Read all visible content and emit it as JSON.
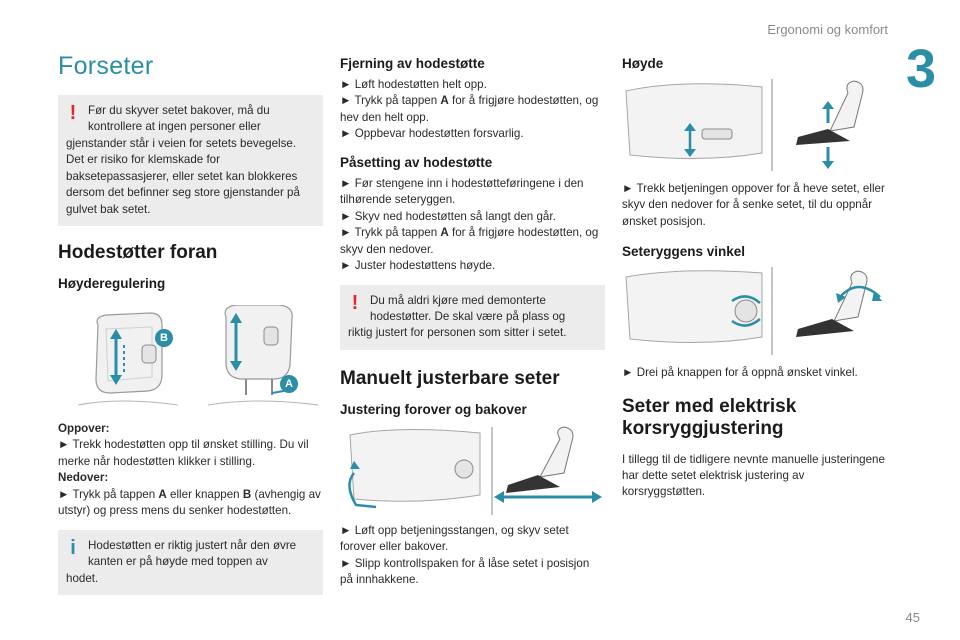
{
  "header": {
    "chapter_title": "Ergonomi og komfort",
    "chapter_number": "3",
    "page_number": "45"
  },
  "col1": {
    "title": "Forseter",
    "warning1": {
      "icon": "warning-icon",
      "first_line": "Før du skyver setet bakover, må du kontrollere at ingen personer eller",
      "rest": "gjenstander står i veien for setets bevegelse. Det er risiko for klemskade for baksetepassasjerer, eller setet kan blokkeres dersom det befinner seg store gjenstander på gulvet bak setet."
    },
    "section_headrests": "Hodestøtter foran",
    "sub_height": "Høyderegulering",
    "fig_labels": {
      "b": "B",
      "a": "A"
    },
    "up_label": "Oppover:",
    "up_text": "► Trekk hodestøtten opp til ønsket stilling. Du vil merke når hodestøtten klikker i stilling.",
    "down_label": "Nedover:",
    "down_text_1": "► Trykk på tappen ",
    "down_text_a": "A",
    "down_text_2": " eller knappen ",
    "down_text_b": "B",
    "down_text_3": " (avhengig av utstyr) og press mens du senker hodestøtten.",
    "info1": {
      "icon": "info-icon",
      "first_line": "Hodestøtten er riktig justert når den øvre kanten er på høyde med toppen av",
      "rest": "hodet."
    }
  },
  "col2": {
    "sub_removal": "Fjerning av hodestøtte",
    "removal_1": "► Løft hodestøtten helt opp.",
    "removal_2a": "► Trykk på tappen ",
    "removal_2b": "A",
    "removal_2c": " for å frigjøre hodestøtten, og hev den helt opp.",
    "removal_3": "► Oppbevar hodestøtten forsvarlig.",
    "sub_fitting": "Påsetting av hodestøtte",
    "fit_1": "► Før stengene inn i hodestøtteføringene i den tilhørende seteryggen.",
    "fit_2": "► Skyv ned hodestøtten så langt den går.",
    "fit_3a": "► Trykk på tappen ",
    "fit_3b": "A",
    "fit_3c": " for å frigjøre hodestøtten, og skyv den nedover.",
    "fit_4": "► Juster hodestøttens høyde.",
    "warning2": {
      "icon": "warning-icon",
      "first_line": "Du må aldri kjøre med demonterte hodestøtter. De skal være på plass og",
      "rest": "riktig justert for personen som sitter i setet."
    },
    "section_manual": "Manuelt justerbare seter",
    "sub_forward": "Justering forover og bakover",
    "forward_1": "► Løft opp betjeningsstangen, og skyv setet forover eller bakover.",
    "forward_2": "► Slipp kontrollspaken for å låse setet i posisjon på innhakkene."
  },
  "col3": {
    "sub_height": "Høyde",
    "height_text": "► Trekk betjeningen oppover for å heve setet, eller skyv den nedover for å senke setet, til du oppnår ønsket posisjon.",
    "sub_angle": "Seteryggens vinkel",
    "angle_text": "► Drei på knappen for å oppnå ønsket vinkel.",
    "section_lumbar": "Seter med elektrisk korsryggjustering",
    "lumbar_text": "I tillegg til de tidligere nevnte manuelle justeringene har dette setet elektrisk justering av korsryggstøtten."
  },
  "colors": {
    "accent": "#2a8ea7",
    "warning": "#e0282e",
    "note_bg": "#ececec"
  }
}
